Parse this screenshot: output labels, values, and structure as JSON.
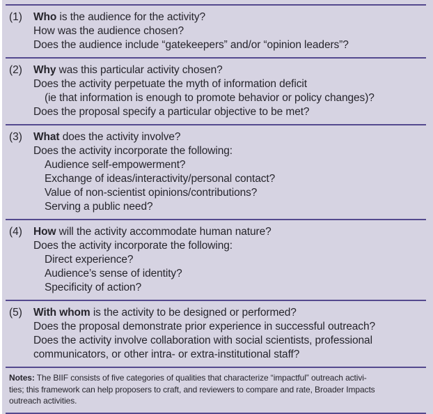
{
  "colors": {
    "background": "#d6d3e2",
    "rule": "#54498e",
    "text": "#26252c"
  },
  "table": {
    "framework_name": "BIIF",
    "sections": [
      {
        "number": "(1)",
        "lines": [
          {
            "bold": "Who",
            "text": " is the audience for the activity?",
            "indent": 0
          },
          {
            "bold": "",
            "text": "How was the audience chosen?",
            "indent": 0
          },
          {
            "bold": "",
            "text": "Does the audience include “gatekeepers” and/or “opinion leaders”?",
            "indent": 0
          }
        ]
      },
      {
        "number": "(2)",
        "lines": [
          {
            "bold": "Why",
            "text": " was this particular activity chosen?",
            "indent": 0
          },
          {
            "bold": "",
            "text": "Does the activity perpetuate the myth of information deficit",
            "indent": 0
          },
          {
            "bold": "",
            "text": "(ie that information is enough to promote behavior or policy changes)?",
            "indent": 1
          },
          {
            "bold": "",
            "text": "Does the proposal specify a particular objective to be met?",
            "indent": 0
          }
        ]
      },
      {
        "number": "(3)",
        "lines": [
          {
            "bold": "What",
            "text": " does the activity involve?",
            "indent": 0
          },
          {
            "bold": "",
            "text": "Does the activity incorporate the following:",
            "indent": 0
          },
          {
            "bold": "",
            "text": "Audience self-empowerment?",
            "indent": 1
          },
          {
            "bold": "",
            "text": "Exchange of ideas/interactivity/personal contact?",
            "indent": 1
          },
          {
            "bold": "",
            "text": "Value of non-scientist opinions/contributions?",
            "indent": 1
          },
          {
            "bold": "",
            "text": "Serving a public need?",
            "indent": 1
          }
        ]
      },
      {
        "number": "(4)",
        "lines": [
          {
            "bold": "How",
            "text": " will the activity accommodate human nature?",
            "indent": 0
          },
          {
            "bold": "",
            "text": "Does the activity incorporate the following:",
            "indent": 0
          },
          {
            "bold": "",
            "text": "Direct experience?",
            "indent": 1
          },
          {
            "bold": "",
            "text": "Audience’s sense of identity?",
            "indent": 1
          },
          {
            "bold": "",
            "text": "Specificity of action?",
            "indent": 1
          }
        ]
      },
      {
        "number": "(5)",
        "lines": [
          {
            "bold": "With whom",
            "text": " is the activity to be designed or performed?",
            "indent": 0
          },
          {
            "bold": "",
            "text": "Does the proposal demonstrate prior experience in successful outreach?",
            "indent": 0
          },
          {
            "bold": "",
            "text": "Does the activity involve collaboration with social scientists, professional",
            "indent": 0
          },
          {
            "bold": "",
            "text": "communicators, or other intra- or extra-institutional staff?",
            "indent": 0
          }
        ]
      }
    ]
  },
  "notes": {
    "label": "Notes:",
    "lines": {
      "0": " The BIIF consists of five categories of qualities that characterize “impactful” outreach activi-",
      "1": "ties; this framework can help proposers to craft, and reviewers to compare and rate, Broader Impacts",
      "2": "outreach activities."
    }
  }
}
